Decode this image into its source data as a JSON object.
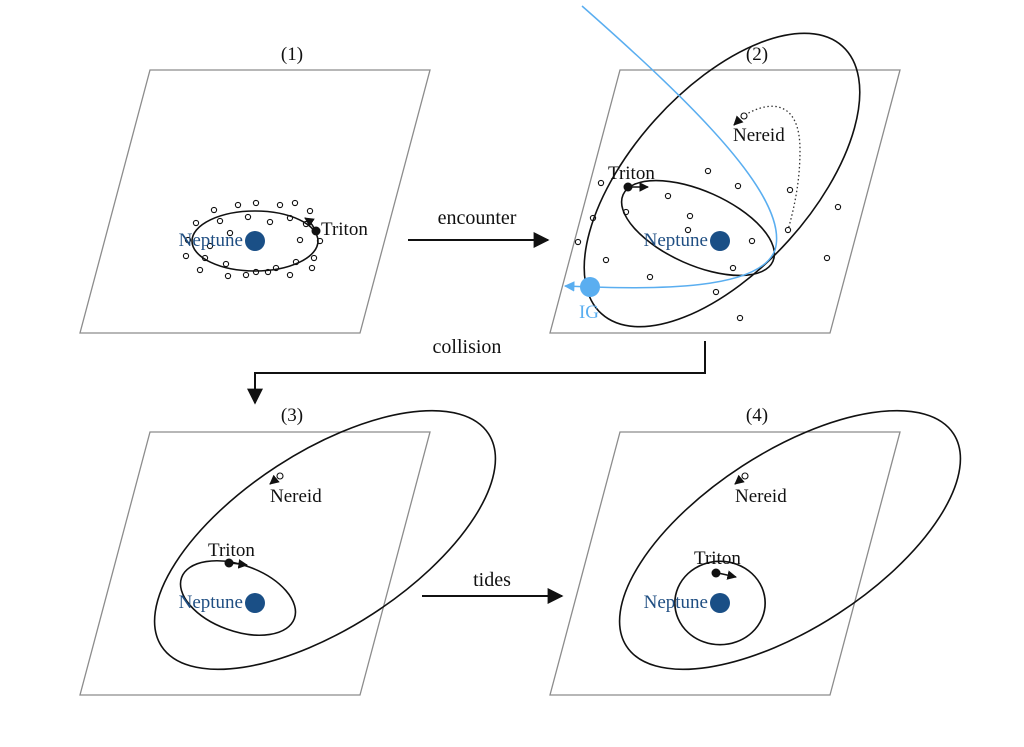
{
  "panels": [
    {
      "label": "(1)",
      "neptune": "Neptune",
      "triton": "Triton"
    },
    {
      "label": "(2)",
      "neptune": "Neptune",
      "triton": "Triton",
      "nereid": "Nereid",
      "intruder": "IG"
    },
    {
      "label": "(3)",
      "neptune": "Neptune",
      "triton": "Triton",
      "nereid": "Nereid"
    },
    {
      "label": "(4)",
      "neptune": "Neptune",
      "triton": "Triton",
      "nereid": "Nereid"
    }
  ],
  "steps": {
    "encounter": "encounter",
    "collision": "collision",
    "tides": "tides"
  },
  "colors": {
    "neptune": "#1a4f86",
    "neptune_label": "#1f4e82",
    "intruder": "#5aaef0",
    "plane": "#8c8c8c"
  }
}
